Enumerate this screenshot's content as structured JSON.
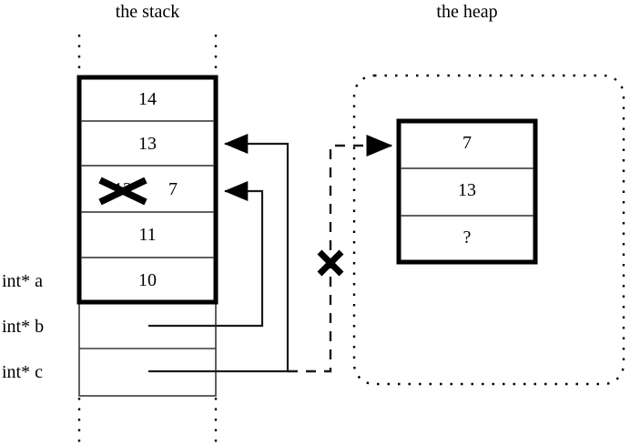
{
  "titles": {
    "stack": "the stack",
    "heap": "the heap"
  },
  "stack": {
    "variables": [
      {
        "name": "a",
        "label": "int* a"
      },
      {
        "name": "b",
        "label": "int* b"
      },
      {
        "name": "c",
        "label": "int* c"
      }
    ],
    "cells": [
      {
        "value": "14",
        "crossed_out": false
      },
      {
        "value": "13",
        "crossed_out": false
      },
      {
        "value": "12",
        "crossed_out": true,
        "replacement": "7"
      },
      {
        "value": "11",
        "crossed_out": false
      },
      {
        "value": "10",
        "crossed_out": false
      }
    ],
    "pointer_cells": [
      "",
      "",
      ""
    ]
  },
  "heap": {
    "cells": [
      {
        "value": "7"
      },
      {
        "value": "13"
      },
      {
        "value": "?"
      }
    ]
  },
  "annotations": {
    "crossed_stack_value": "12",
    "new_stack_value": "7",
    "invalid_pointer_marker": "X",
    "unknown_value_marker": "?"
  },
  "colors": {
    "stroke": "#000000",
    "background": "#ffffff",
    "cell_divider": "#4a4a4a"
  }
}
